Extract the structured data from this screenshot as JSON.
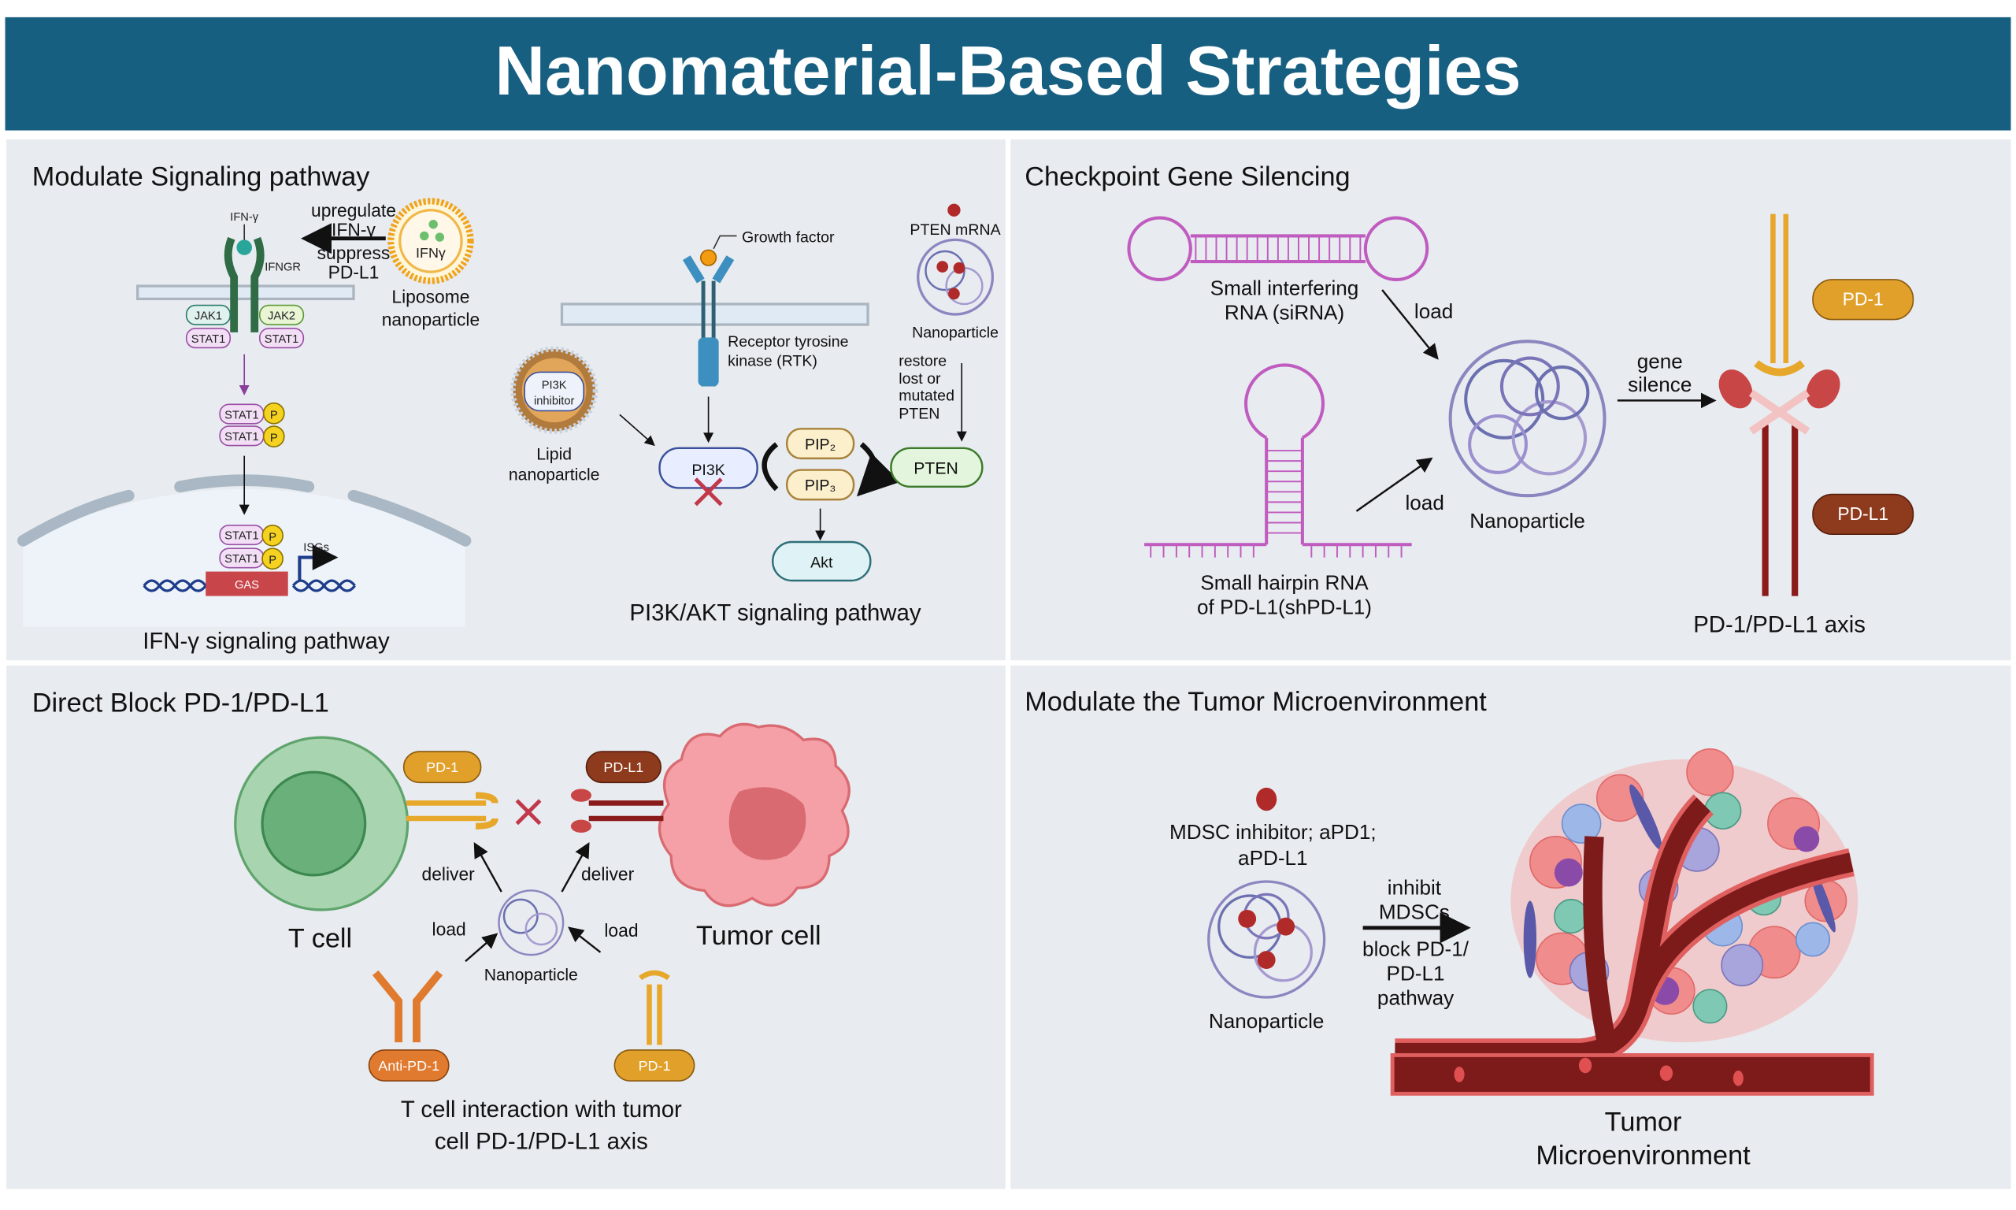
{
  "title": "Nanomaterial-Based Strategies",
  "colors": {
    "header": "#175f80",
    "panel": "#e8ebef",
    "pd1": "#e6a72a",
    "pdl1": "#8e3a1c",
    "sirna": "#c05cc0",
    "nanoparticle": "#8c86c0",
    "vessel": "#7d1b1b"
  },
  "panels": {
    "signaling": {
      "title": "Modulate Signaling pathway",
      "ifn": {
        "ligand": "IFN-γ",
        "receptor": "IFNGR",
        "jak1": "JAK1",
        "jak2": "JAK2",
        "stat1": "STAT1",
        "p": "P",
        "isgs": "ISGs",
        "gas": "GAS",
        "arrow_text": [
          "upregulate",
          "IFN-γ",
          "suppress",
          "PD-L1"
        ],
        "liposome_payload": "IFNγ",
        "liposome_label": [
          "Liposome",
          "nanoparticle"
        ],
        "caption": "IFN-γ signaling pathway"
      },
      "pi3k": {
        "growth_factor": "Growth factor",
        "rtk": [
          "Receptor tyrosine",
          "kinase (RTK)"
        ],
        "lipid_payload": [
          "PI3K",
          "inhibitor"
        ],
        "lipid_label": [
          "Lipid",
          "nanoparticle"
        ],
        "pi3k": "PI3K",
        "pip2": "PIP₂",
        "pip3": "PIP₃",
        "akt": "Akt",
        "pten": "PTEN",
        "pten_mrna": "PTEN mRNA",
        "nanoparticle": "Nanoparticle",
        "restore": [
          "restore",
          "lost or",
          "mutated",
          "PTEN"
        ],
        "caption": "PI3K/AKT signaling pathway"
      }
    },
    "silencing": {
      "title": "Checkpoint Gene Silencing",
      "sirna": [
        "Small interfering",
        "RNA (siRNA)"
      ],
      "shrna": [
        "Small hairpin RNA",
        "of PD-L1(shPD-L1)"
      ],
      "load": "load",
      "nanoparticle": "Nanoparticle",
      "gene_silence": [
        "gene",
        "silence"
      ],
      "pd1": "PD-1",
      "pdl1": "PD-L1",
      "caption": "PD-1/PD-L1 axis"
    },
    "block": {
      "title": "Direct Block PD-1/PD-L1",
      "pd1": "PD-1",
      "pdl1": "PD-L1",
      "tcell": "T cell",
      "tumor": "Tumor cell",
      "deliver": "deliver",
      "load": "load",
      "nanoparticle": "Nanoparticle",
      "anti_pd1": "Anti-PD-1",
      "caption": [
        "T cell interaction with tumor",
        "cell PD-1/PD-L1 axis"
      ]
    },
    "tme": {
      "title": "Modulate the Tumor Microenvironment",
      "payload": [
        "MDSC inhibitor; aPD1;",
        "aPD-L1"
      ],
      "nanoparticle": "Nanoparticle",
      "arrow_top": [
        "inhibit",
        "MDSCs"
      ],
      "arrow_bottom": [
        "block PD-1/",
        "PD-L1",
        "pathway"
      ],
      "caption": [
        "Tumor",
        "Microenvironment"
      ]
    }
  }
}
